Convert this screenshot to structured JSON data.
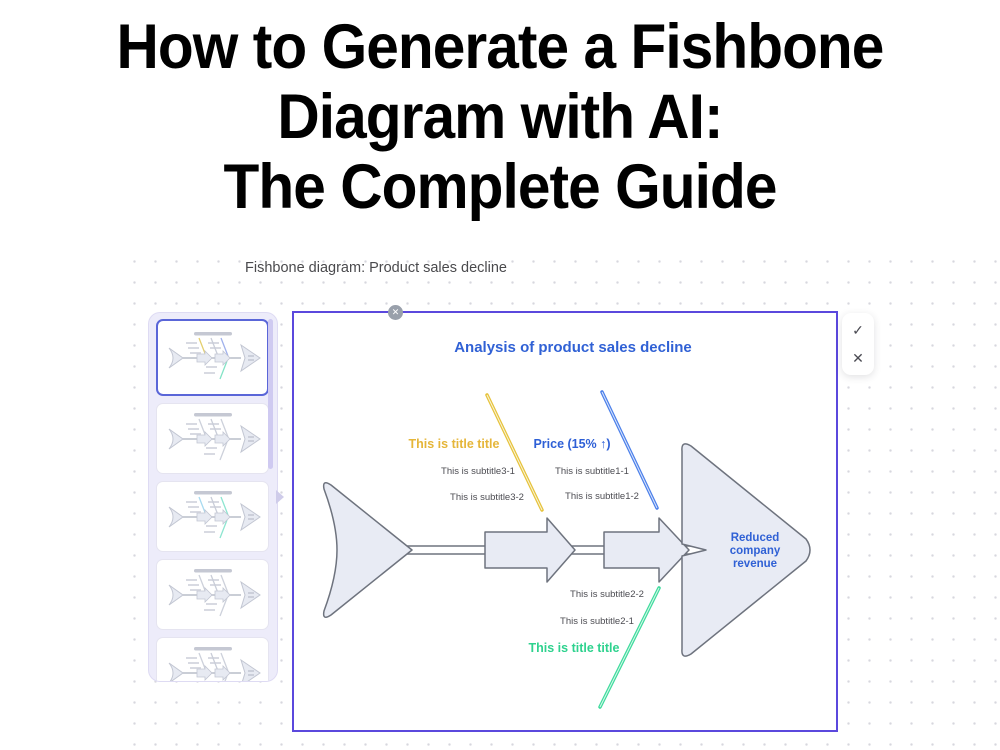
{
  "page": {
    "heading_lines": [
      "How to Generate a Fishbone",
      "Diagram with AI:",
      "The Complete Guide"
    ]
  },
  "editor": {
    "prompt_text": "Fishbone diagram: Product sales decline",
    "panel": {
      "close_icon": "✕",
      "thumbnails": [
        {
          "selected": true,
          "accents": {
            "a": "#e4cf6e",
            "b": "#a0b1ec",
            "c": "#84e3c6"
          }
        },
        {
          "selected": false,
          "accents": {
            "a": "#cdd1db",
            "b": "#cdd1db",
            "c": "#cdd1db"
          }
        },
        {
          "selected": false,
          "accents": {
            "a": "#a8daf0",
            "b": "#8de5d0",
            "c": "#8de5d0"
          }
        },
        {
          "selected": false,
          "accents": {
            "a": "#cdd1db",
            "b": "#cdd1db",
            "c": "#cdd1db"
          }
        },
        {
          "selected": false,
          "accents": {
            "a": "#cdd1db",
            "b": "#cdd1db",
            "c": "#cdd1db"
          }
        }
      ]
    },
    "actions": {
      "confirm_icon": "✓",
      "dismiss_icon": "✕"
    }
  },
  "diagram": {
    "title": "Analysis of product sales decline",
    "title_color": "#3061d5",
    "effect": {
      "color": "#3061d5",
      "lines": [
        "Reduced",
        "company",
        "revenue"
      ]
    },
    "branches": [
      {
        "position": "top-left",
        "title": "This is title title",
        "line_color": "#e6c33c",
        "title_color": "#e5b63a",
        "subtitles": [
          "This is subtitle3-1",
          "This is subtitle3-2"
        ]
      },
      {
        "position": "top-right",
        "title": "Price (15% ↑)",
        "line_color": "#4c80ea",
        "title_color": "#2d5fd6",
        "subtitles": [
          "This is subtitle1-1",
          "This is subtitle1-2"
        ]
      },
      {
        "position": "bottom",
        "title": "This is title title",
        "line_color": "#3fdb9d",
        "title_color": "#2ed28e",
        "subtitles": [
          "This is subtitle2-2",
          "This is subtitle2-1"
        ]
      }
    ]
  }
}
